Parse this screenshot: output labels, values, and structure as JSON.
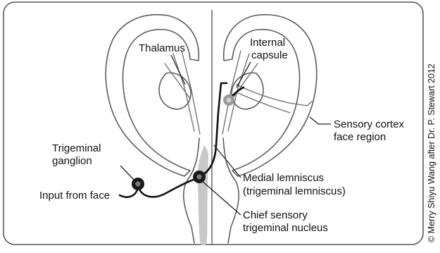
{
  "labels": {
    "thalamus": "Thalamus",
    "internal_capsule_1": "Internal",
    "internal_capsule_2": "capsule",
    "trigeminal_ganglion_1": "Trigeminal",
    "trigeminal_ganglion_2": "ganglion",
    "input_from_face": "Input from face",
    "sensory_cortex_1": "Sensory cortex",
    "sensory_cortex_2": "face region",
    "medial_lemniscus_1": "Medial lemniscus",
    "medial_lemniscus_2": "(trigeminal lemniscus)",
    "chief_sensory_1": "Chief sensory",
    "chief_sensory_2": "trigeminal nucleus"
  },
  "credit": "© Merry Shiyu Wang after Dr. P. Stewart 2012",
  "colors": {
    "outline": "#5c5c5c",
    "pathway": "#111111",
    "brainstem_nucleus": "#c8c8c8",
    "neuron_body": "#1a1a1a",
    "thalamic_neuron": "#9a9a9a"
  }
}
